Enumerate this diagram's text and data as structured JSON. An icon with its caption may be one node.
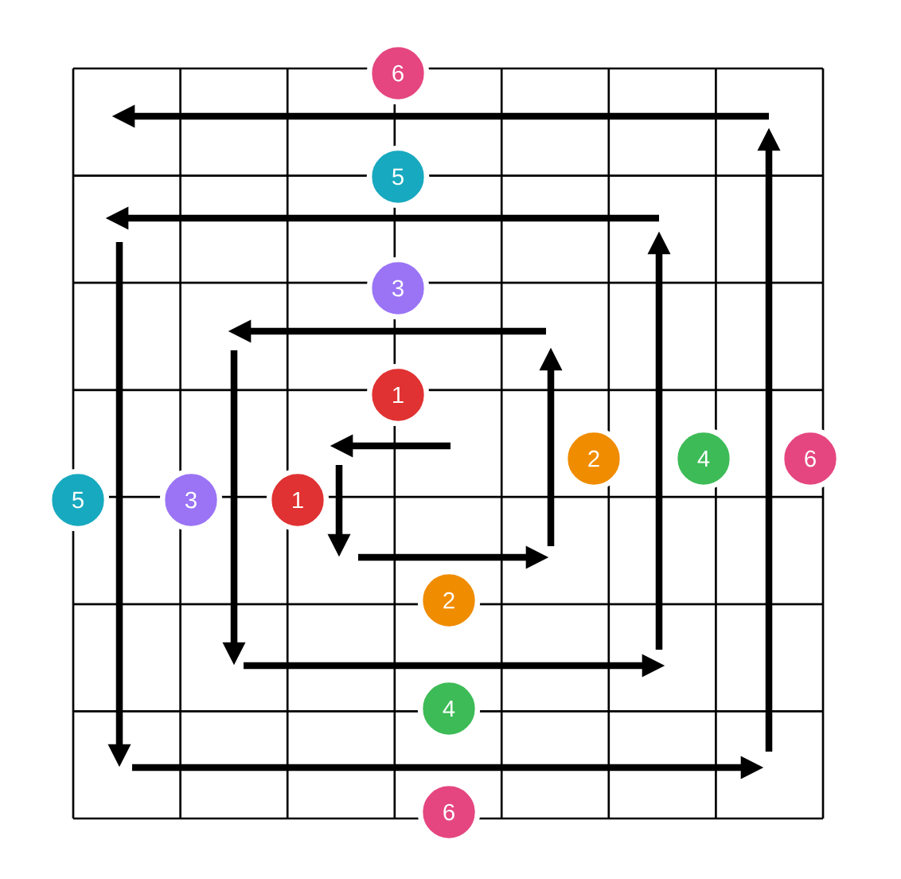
{
  "diagram": {
    "nodes": [
      {
        "text": [
          "6"
        ]
      },
      {
        "text": [
          "5"
        ]
      },
      {
        "text": [
          "3"
        ]
      },
      {
        "text": [
          "1"
        ]
      },
      {
        "text": [
          "2"
        ]
      },
      {
        "text": [
          "4"
        ]
      },
      {
        "text": [
          "6"
        ]
      },
      {
        "text": [
          "5"
        ]
      },
      {
        "text": [
          "3"
        ]
      },
      {
        "text": [
          "1"
        ]
      },
      {
        "text": [
          "2"
        ]
      },
      {
        "text": [
          "4"
        ]
      },
      {
        "text": [
          "6"
        ]
      }
    ]
  }
}
